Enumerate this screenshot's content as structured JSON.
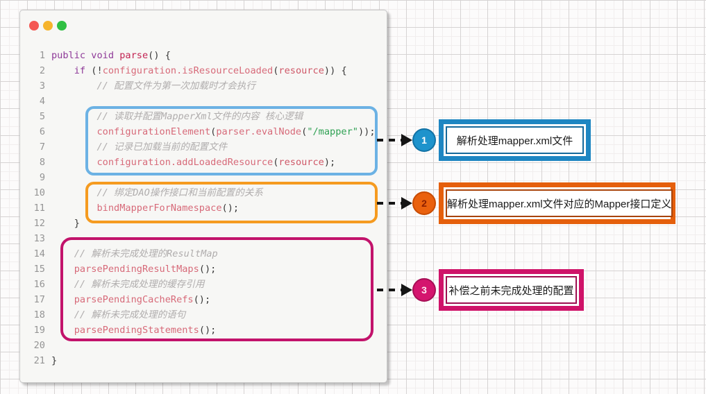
{
  "window": {
    "traffic_lights": [
      {
        "name": "close",
        "color": "#f45853"
      },
      {
        "name": "minimize",
        "color": "#f6b42c"
      },
      {
        "name": "zoom",
        "color": "#30c043"
      }
    ]
  },
  "syntax_colors": {
    "kw": "#8e3a98",
    "mth": "#c22352",
    "id": "#d76a79",
    "var": "#cf5767",
    "str": "#2fa153",
    "cmt": "#b0adad",
    "pl": "#383838",
    "line_number": "#949494"
  },
  "code": {
    "lines": [
      {
        "num": 1,
        "segments": [
          [
            "kw",
            "public"
          ],
          [
            "pl",
            " "
          ],
          [
            "kw",
            "void"
          ],
          [
            "pl",
            " "
          ],
          [
            "mth",
            "parse"
          ],
          [
            "pl",
            "() {"
          ]
        ]
      },
      {
        "num": 2,
        "segments": [
          [
            "pl",
            "    "
          ],
          [
            "kw",
            "if"
          ],
          [
            "pl",
            " (!"
          ],
          [
            "id",
            "configuration.isResourceLoaded"
          ],
          [
            "pl",
            "("
          ],
          [
            "var",
            "resource"
          ],
          [
            "pl",
            ")) {"
          ]
        ]
      },
      {
        "num": 3,
        "segments": [
          [
            "pl",
            "        "
          ],
          [
            "cmt",
            "// 配置文件为第一次加载时才会执行"
          ]
        ]
      },
      {
        "num": 4,
        "segments": []
      },
      {
        "num": 5,
        "segments": [
          [
            "pl",
            "        "
          ],
          [
            "cmt",
            "// 读取并配置MapperXml文件的内容 核心逻辑"
          ]
        ]
      },
      {
        "num": 6,
        "segments": [
          [
            "pl",
            "        "
          ],
          [
            "id",
            "configurationElement"
          ],
          [
            "pl",
            "("
          ],
          [
            "id",
            "parser.evalNode"
          ],
          [
            "pl",
            "("
          ],
          [
            "str",
            "\"/mapper\""
          ],
          [
            "pl",
            "));"
          ]
        ]
      },
      {
        "num": 7,
        "segments": [
          [
            "pl",
            "        "
          ],
          [
            "cmt",
            "// 记录已加载当前的配置文件"
          ]
        ]
      },
      {
        "num": 8,
        "segments": [
          [
            "pl",
            "        "
          ],
          [
            "id",
            "configuration.addLoadedResource"
          ],
          [
            "pl",
            "("
          ],
          [
            "var",
            "resource"
          ],
          [
            "pl",
            ");"
          ]
        ]
      },
      {
        "num": 9,
        "segments": []
      },
      {
        "num": 10,
        "segments": [
          [
            "pl",
            "        "
          ],
          [
            "cmt",
            "// 绑定DAO操作接口和当前配置的关系"
          ]
        ]
      },
      {
        "num": 11,
        "segments": [
          [
            "pl",
            "        "
          ],
          [
            "id",
            "bindMapperForNamespace"
          ],
          [
            "pl",
            "();"
          ]
        ]
      },
      {
        "num": 12,
        "segments": [
          [
            "pl",
            "    }"
          ]
        ]
      },
      {
        "num": 13,
        "segments": []
      },
      {
        "num": 14,
        "segments": [
          [
            "pl",
            "    "
          ],
          [
            "cmt",
            "// 解析未完成处理的ResultMap"
          ]
        ]
      },
      {
        "num": 15,
        "segments": [
          [
            "pl",
            "    "
          ],
          [
            "id",
            "parsePendingResultMaps"
          ],
          [
            "pl",
            "();"
          ]
        ]
      },
      {
        "num": 16,
        "segments": [
          [
            "pl",
            "    "
          ],
          [
            "cmt",
            "// 解析未完成处理的缓存引用"
          ]
        ]
      },
      {
        "num": 17,
        "segments": [
          [
            "pl",
            "    "
          ],
          [
            "id",
            "parsePendingCacheRefs"
          ],
          [
            "pl",
            "();"
          ]
        ]
      },
      {
        "num": 18,
        "segments": [
          [
            "pl",
            "    "
          ],
          [
            "cmt",
            "// 解析未完成处理的语句"
          ]
        ]
      },
      {
        "num": 19,
        "segments": [
          [
            "pl",
            "    "
          ],
          [
            "id",
            "parsePendingStatements"
          ],
          [
            "pl",
            "();"
          ]
        ]
      },
      {
        "num": 20,
        "segments": []
      },
      {
        "num": 21,
        "segments": [
          [
            "pl",
            "}"
          ]
        ]
      }
    ]
  },
  "highlight_boxes": [
    {
      "name": "parse-mapper-xml-block",
      "color": "#6cb2e4"
    },
    {
      "name": "bind-namespace-block",
      "color": "#f59b20"
    },
    {
      "name": "pending-compensate-block",
      "color": "#c2136b"
    }
  ],
  "callouts": [
    {
      "number": "1",
      "label": "解析处理mapper.xml文件",
      "circle_color": "#1e93cc",
      "circle_border": "#1272a5",
      "number_color": "#ffffff",
      "frame_color": "#1e86c2",
      "inner_border": "#15699b"
    },
    {
      "number": "2",
      "label": "解析处理mapper.xml文件对应的Mapper接口定义",
      "circle_color": "#ea610e",
      "circle_border": "#c84b00",
      "number_color": "#8b1f00",
      "frame_color": "#e55f0c",
      "inner_border": "#a8430a"
    },
    {
      "number": "3",
      "label": "补偿之前未完成处理的配置",
      "circle_color": "#d4156e",
      "circle_border": "#a60f55",
      "number_color": "#ffe9f2",
      "frame_color": "#cf1369",
      "inner_border": "#9e0e50"
    }
  ]
}
